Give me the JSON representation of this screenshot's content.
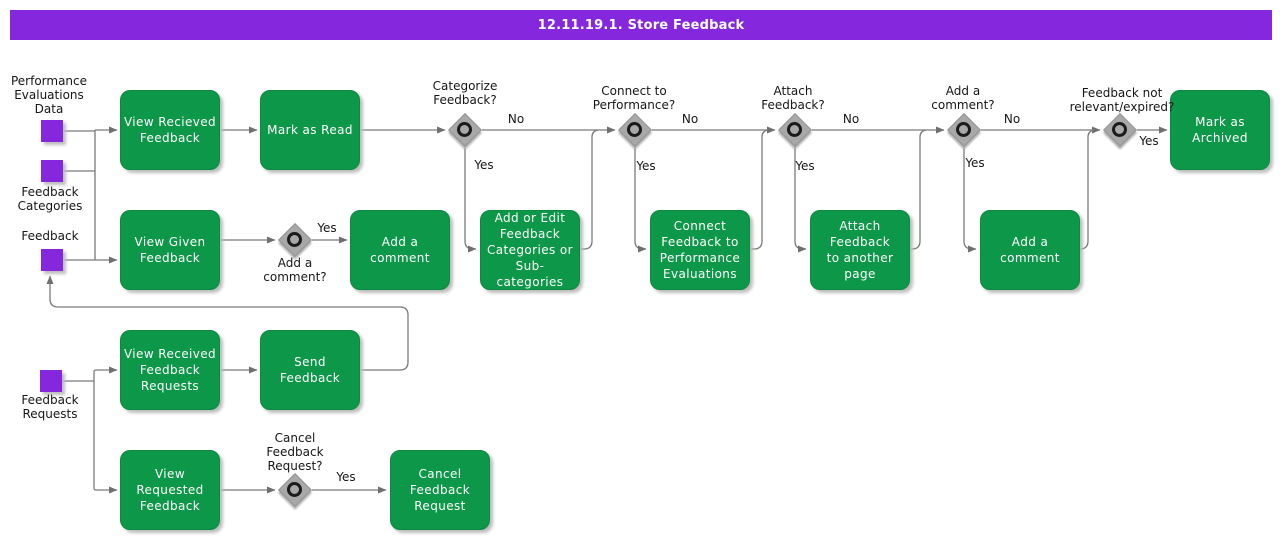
{
  "title": "12.11.19.1. Store Feedback",
  "objects": {
    "perf_eval_data": "Performance\nEvaluations\nData",
    "feedback_categories": "Feedback\nCategories",
    "feedback": "Feedback",
    "feedback_requests": "Feedback\nRequests"
  },
  "activities": {
    "view_recieved_feedback": "View Recieved\nFeedback",
    "mark_as_read": "Mark as Read",
    "view_given_feedback": "View Given\nFeedback",
    "add_a_comment_mid": "Add a comment",
    "add_or_edit_categories": "Add or Edit\nFeedback\nCategories or\nSub-categories",
    "connect_feedback_to_perf": "Connect\nFeedback to\nPerformance\nEvaluations",
    "attach_feedback_page": "Attach Feedback\nto another page",
    "add_a_comment_top": "Add a comment",
    "mark_as_archived": "Mark as\nArchived",
    "view_received_feedback_requests": "View Received\nFeedback\nRequests",
    "send_feedback": "Send Feedback",
    "view_requested_feedback": "View Requested\nFeedback",
    "cancel_feedback_request": "Cancel\nFeedback\nRequest"
  },
  "decisions": {
    "categorize_feedback": "Categorize\nFeedback?",
    "connect_to_performance": "Connect to\nPerformance?",
    "attach_feedback": "Attach\nFeedback?",
    "add_a_comment_top": "Add a\ncomment?",
    "feedback_not_relevant": "Feedback not\nrelevant/expired?",
    "add_a_comment_mid": "Add a\ncomment?",
    "cancel_feedback_request": "Cancel\nFeedback\nRequest?"
  },
  "branch": {
    "yes": "Yes",
    "no": "No"
  },
  "colors": {
    "title_bg": "#8527DC",
    "activity_green": "#0D9748",
    "object_purple": "#8527DC",
    "decision_gray": "#A8A8A8",
    "connector_gray": "#7a7a7a",
    "text_dark": "#161616",
    "text_light": "#ffffff"
  }
}
